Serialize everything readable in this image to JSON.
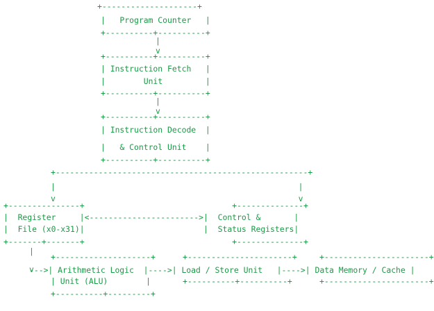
{
  "ascii_lines": [
    {
      "id": "line-01",
      "text": "+--------------------+"
    },
    {
      "id": "line-02",
      "text": "|   Program Counter   |"
    },
    {
      "id": "line-03",
      "text": "+----------+----------+"
    },
    {
      "id": "line-04",
      "text": "|"
    },
    {
      "id": "line-05",
      "text": "v"
    },
    {
      "id": "line-06",
      "text": "+----------+----------+"
    },
    {
      "id": "line-07",
      "text": "| Instruction Fetch   |"
    },
    {
      "id": "line-08",
      "text": "|        Unit         |"
    },
    {
      "id": "line-09",
      "text": "+----------+----------+"
    },
    {
      "id": "line-10",
      "text": "|"
    },
    {
      "id": "line-11",
      "text": "v"
    },
    {
      "id": "line-12",
      "text": "+----------+----------+"
    },
    {
      "id": "line-13",
      "text": "| Instruction Decode  |"
    },
    {
      "id": "line-14",
      "text": "|   & Control Unit    |"
    },
    {
      "id": "line-15",
      "text": "+----------+----------+"
    },
    {
      "id": "line-16",
      "text": "+-----------------------------------------------------+"
    },
    {
      "id": "line-17",
      "text": "|                                                   |"
    },
    {
      "id": "line-18",
      "text": "v                                                   v"
    },
    {
      "id": "line-19",
      "text": "+---------------+                               +--------------+"
    },
    {
      "id": "line-20",
      "text": "|  Register     |<----------------------->|  Control &       |"
    },
    {
      "id": "line-21",
      "text": "|  File (x0-x31)|                         |  Status Registers|"
    },
    {
      "id": "line-22",
      "text": "+-------+-------+                               +--------------+"
    },
    {
      "id": "line-23",
      "text": "|"
    },
    {
      "id": "line-24",
      "text": "v"
    },
    {
      "id": "line-25",
      "text": "+--------------------+"
    },
    {
      "id": "line-26",
      "text": "--->| Arithmetic Logic  |---->| Load / Store Unit   |---->| Data Memory / Cache |"
    },
    {
      "id": "line-27",
      "text": "| Unit (ALU)        |"
    },
    {
      "id": "line-28",
      "text": "+----------+---------+"
    },
    {
      "id": "line-29",
      "text": "+----------------------+"
    },
    {
      "id": "line-30",
      "text": "+----------+----------+"
    },
    {
      "id": "line-31",
      "text": "+----------------------+"
    },
    {
      "id": "line-32",
      "text": "+----------------------+"
    }
  ]
}
